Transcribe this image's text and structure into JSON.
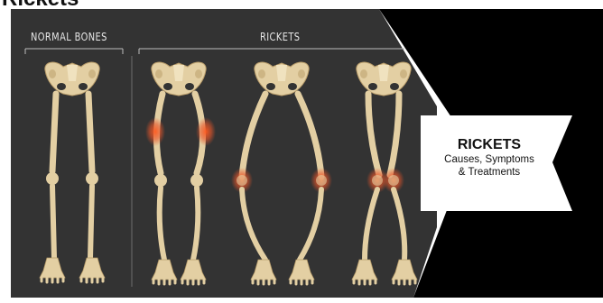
{
  "page_title": "Rickets",
  "panel": {
    "normal_label": "NORMAL BONES",
    "rickets_label": "RICKETS"
  },
  "card": {
    "title": "RICKETS",
    "subtitle_line1": "Causes, Symptoms",
    "subtitle_line2": "& Treatments"
  },
  "colors": {
    "background": "#333333",
    "bone": "#e3cfa3",
    "inflammation": "#e8562a",
    "card": "#ffffff"
  },
  "figures": [
    {
      "name": "normal-bones-figure",
      "condition": "normal"
    },
    {
      "name": "rickets-figure-1",
      "condition": "bowed-legs, inflamed thighs"
    },
    {
      "name": "rickets-figure-2",
      "condition": "bow-legged, inflamed knees"
    },
    {
      "name": "rickets-figure-3",
      "condition": "knock-knees, inflamed knees"
    }
  ]
}
